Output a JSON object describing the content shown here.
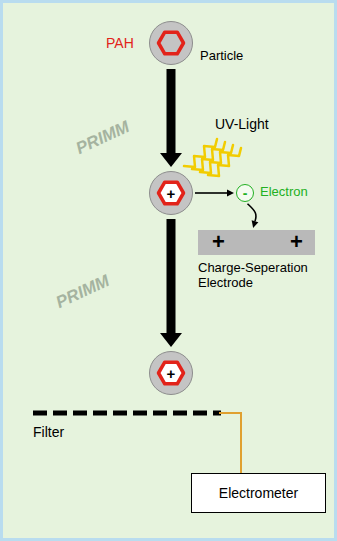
{
  "diagram": {
    "nodes": [
      {
        "text": [
          "PAH",
          "Particle"
        ]
      },
      {
        "text": [
          "+"
        ]
      },
      {
        "text": [
          "-",
          "Electron"
        ]
      },
      {
        "text": [
          "+",
          "+",
          "Charge-Seperation Electrode"
        ]
      },
      {
        "text": [
          "+"
        ]
      },
      {
        "text": [
          "Electrometer"
        ]
      }
    ],
    "edges": [
      {
        "from": 0,
        "to": 1,
        "arrow": "to"
      },
      {
        "from": 1,
        "to": 2,
        "arrow": "to"
      },
      {
        "from": 2,
        "to": 3,
        "arrow": "to"
      },
      {
        "from": 1,
        "to": 4,
        "arrow": "to"
      }
    ],
    "labels": [
      "UV-Light",
      "Filter",
      "PRIMM",
      "PRIMM"
    ]
  }
}
